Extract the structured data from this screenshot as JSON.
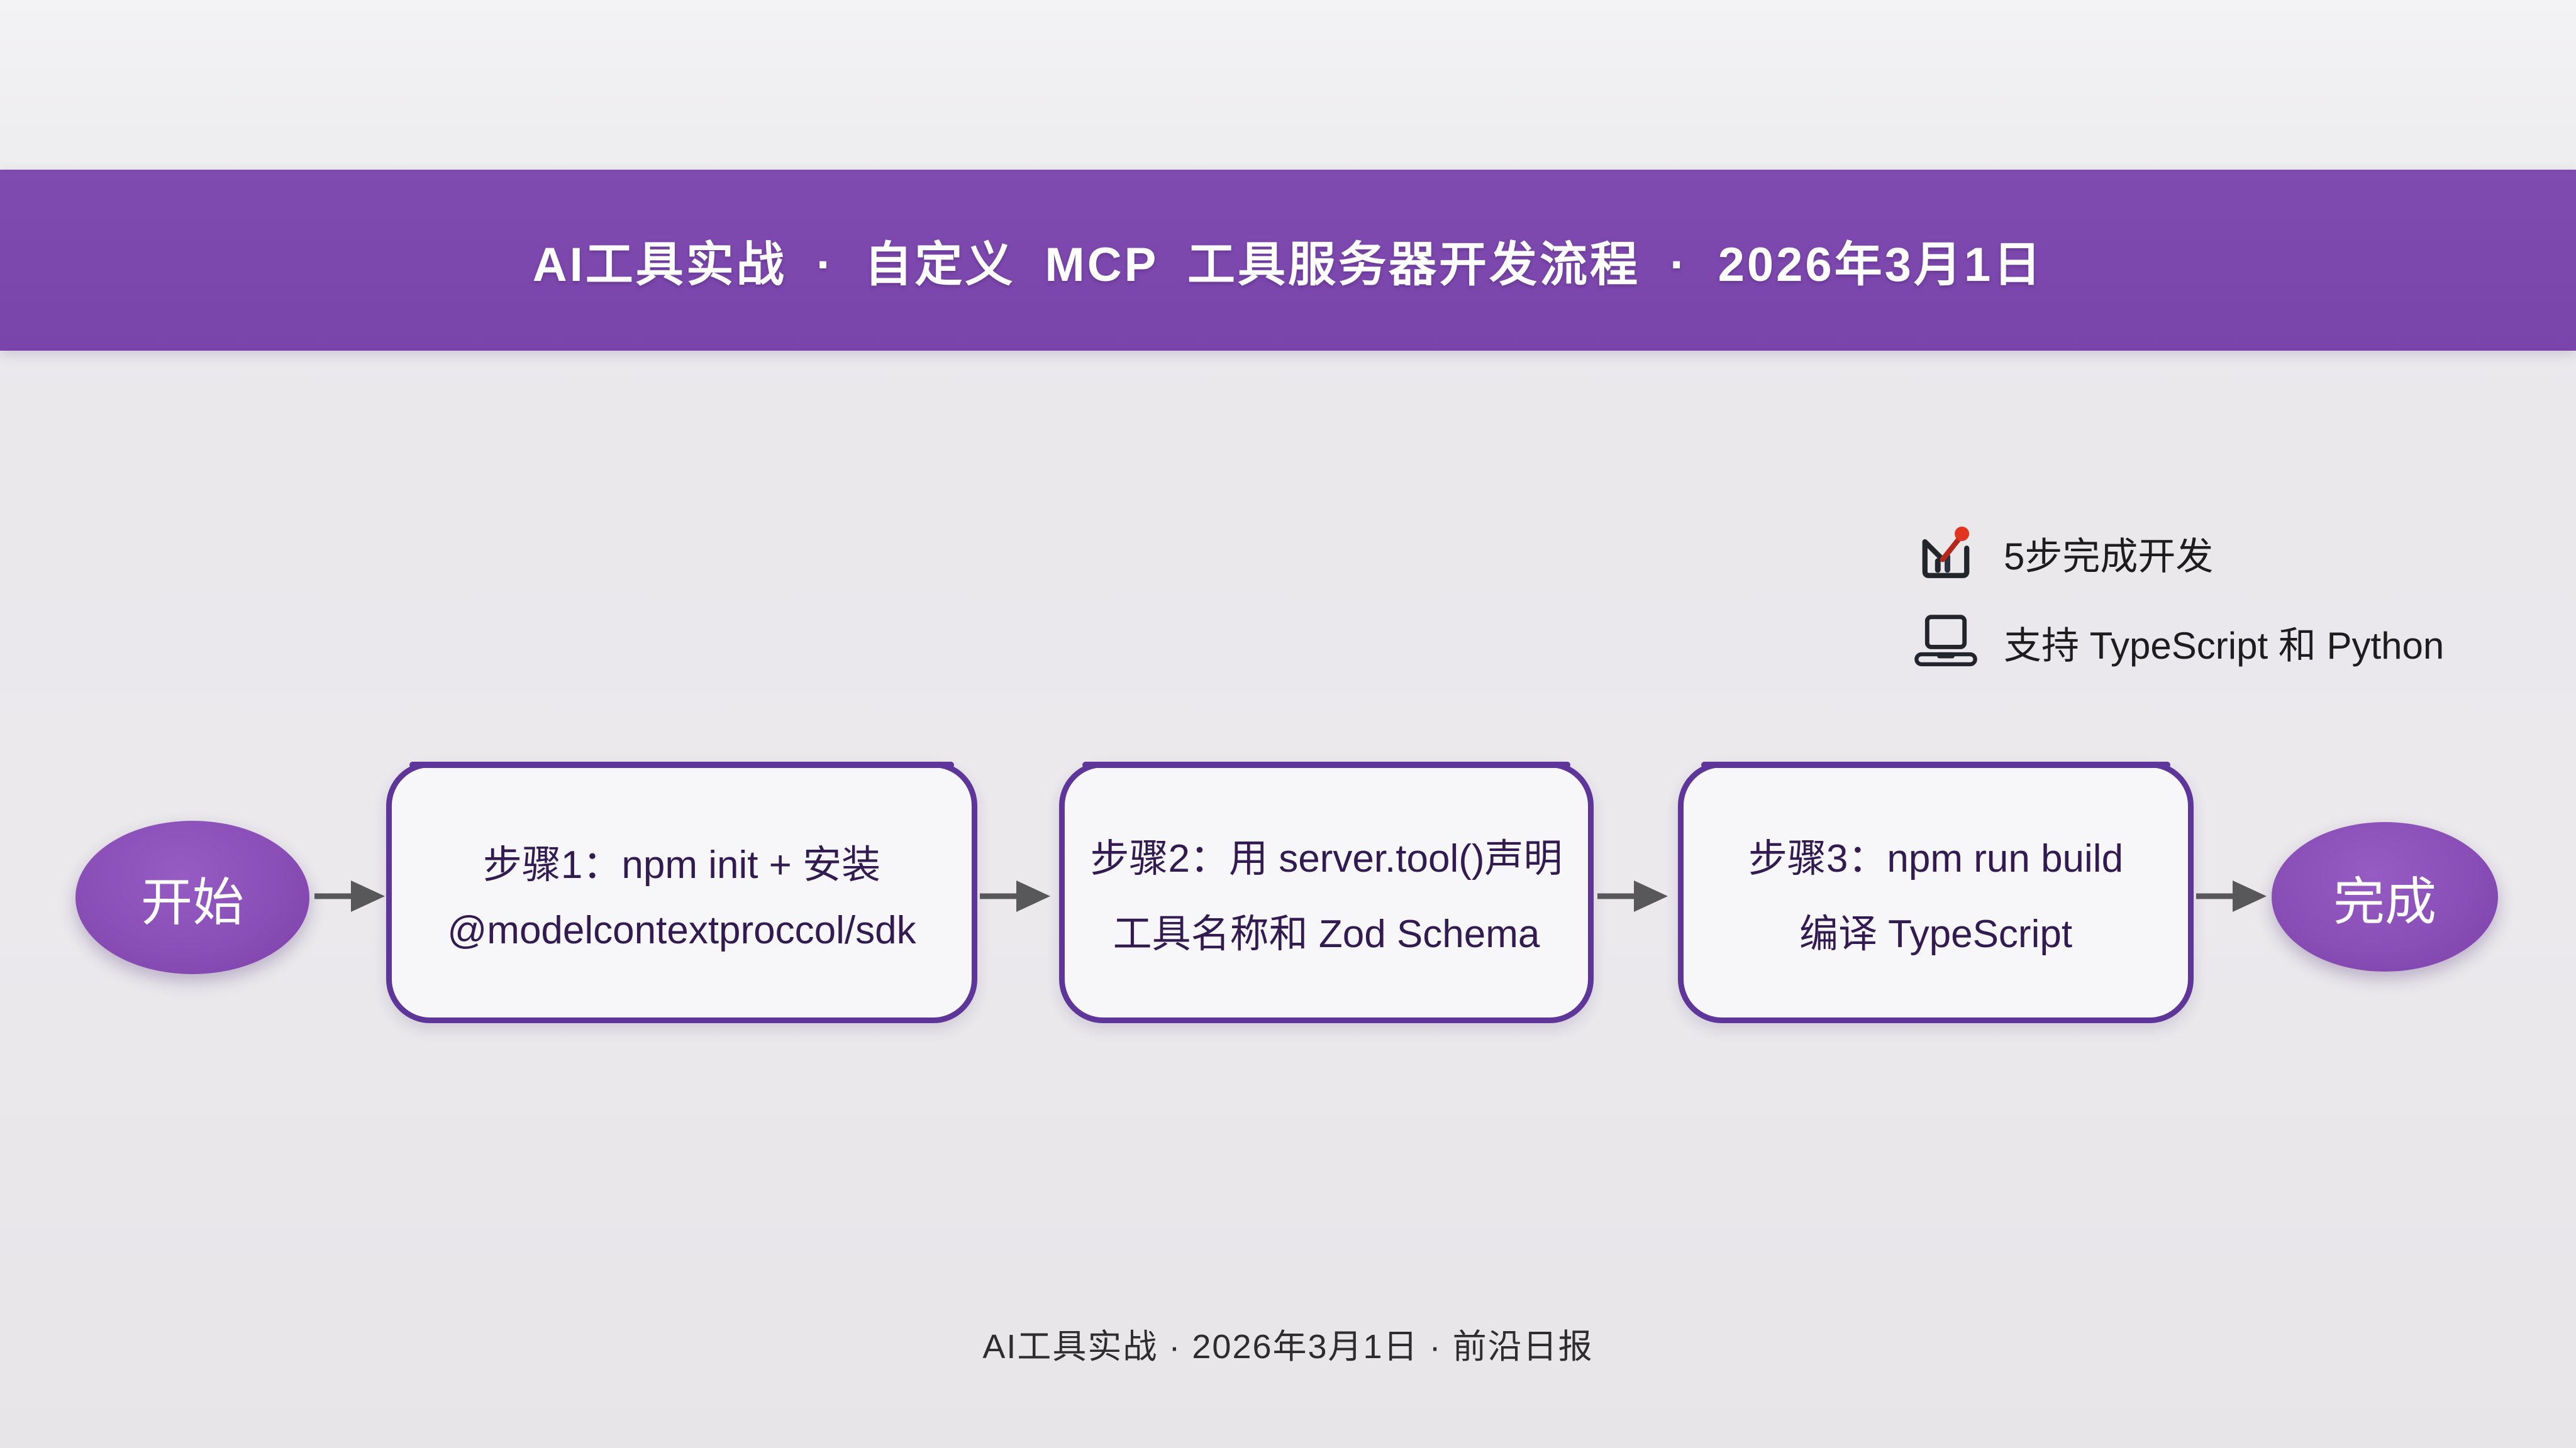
{
  "banner": {
    "title": "AI工具实战 · 自定义 MCP 工具服务器开发流程 · 2026年3月1日"
  },
  "notes": [
    {
      "icon": "trend-chart-icon",
      "text": "5步完成开发"
    },
    {
      "icon": "laptop-icon",
      "text": "支持 TypeScript 和 Python"
    }
  ],
  "flow": {
    "start_label": "开始",
    "end_label": "完成",
    "steps": [
      {
        "line1": "步骤1：npm init + 安装",
        "line2": "@modelcontextproccol/sdk"
      },
      {
        "line1": "步骤2：用 server.tool()声明",
        "line2": "工具名称和 Zod Schema"
      },
      {
        "line1": "步骤3：npm run build",
        "line2": "编译 TypeScript"
      }
    ]
  },
  "footer": {
    "caption": "AI工具实战 · 2026年3月1日 · 前沿日报"
  },
  "colors": {
    "banner-bg": "#7f4bb0",
    "node-fill": "#8a4eb7",
    "box-border": "#5e3599",
    "box-text": "#321b51",
    "arrow": "#58585a",
    "accent-red": "#e2351f",
    "note-text": "#1d1c1f"
  }
}
